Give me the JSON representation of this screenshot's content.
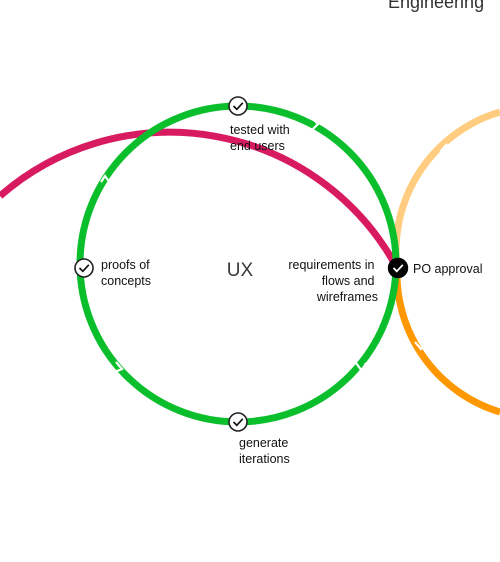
{
  "header": {
    "title": "Engineering"
  },
  "diagram": {
    "center_label": "UX",
    "colors": {
      "ux": "#0bbf2c",
      "magenta": "#d81b60",
      "orange": "#ff9800",
      "light_orange": "#ffcc80",
      "node_fill": "#ffffff",
      "node_active": "#000000"
    },
    "nodes": [
      {
        "id": "tested",
        "lines": [
          "tested with",
          "end users"
        ],
        "state": "done"
      },
      {
        "id": "proofs",
        "lines": [
          "proofs of",
          "concepts"
        ],
        "state": "done"
      },
      {
        "id": "requirements",
        "lines": [
          "requirements in",
          "flows and",
          "wireframes"
        ],
        "state": "done"
      },
      {
        "id": "po-approval",
        "lines": [
          "PO approval"
        ],
        "state": "active"
      },
      {
        "id": "generate",
        "lines": [
          "generate",
          "iterations"
        ],
        "state": "done"
      }
    ]
  }
}
